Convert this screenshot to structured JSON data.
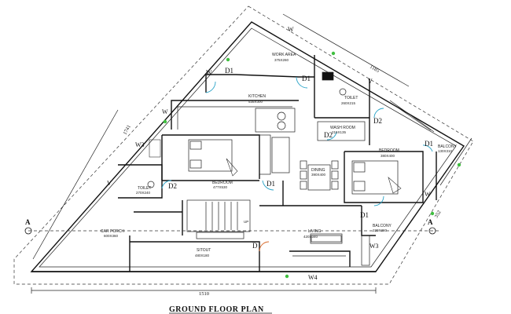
{
  "plan_title": "GROUND FLOOR PLAN",
  "rooms": [
    {
      "name": "WORK AREA",
      "size": "375X260"
    },
    {
      "name": "KITCHEN",
      "size": "535X300"
    },
    {
      "name": "TOILET",
      "size": "260X215"
    },
    {
      "name": "WASH ROOM",
      "size": "215X135"
    },
    {
      "name": "BEDROOM",
      "size": "477X530"
    },
    {
      "name": "DINING",
      "size": "390X400"
    },
    {
      "name": "BEDROOM",
      "size": "380X400"
    },
    {
      "name": "BALCONY",
      "size": "130X310"
    },
    {
      "name": "TOILET",
      "size": "270X240"
    },
    {
      "name": "CAR PORCH",
      "size": "600X360"
    },
    {
      "name": "LIVING",
      "size": "420X340"
    },
    {
      "name": "BALCONY",
      "size": "220X360"
    },
    {
      "name": "SITOUT",
      "size": "480X180"
    }
  ],
  "doors": [
    "D1",
    "D1",
    "D1",
    "D2",
    "D2",
    "D2",
    "D1",
    "D1",
    "D"
  ],
  "windows": [
    "W",
    "W",
    "W",
    "V",
    "W3",
    "V",
    "W",
    "W3",
    "W4"
  ],
  "dimensions": {
    "top_edge": "1185",
    "left_edge": "1741",
    "right_edge": "352",
    "bottom": "1510"
  },
  "section_marks": [
    "A",
    "A"
  ],
  "stair_label": "UP",
  "colors": {
    "lines": "#111111",
    "door_swing": "#29a3c7",
    "markers": "#3fbf3f"
  }
}
